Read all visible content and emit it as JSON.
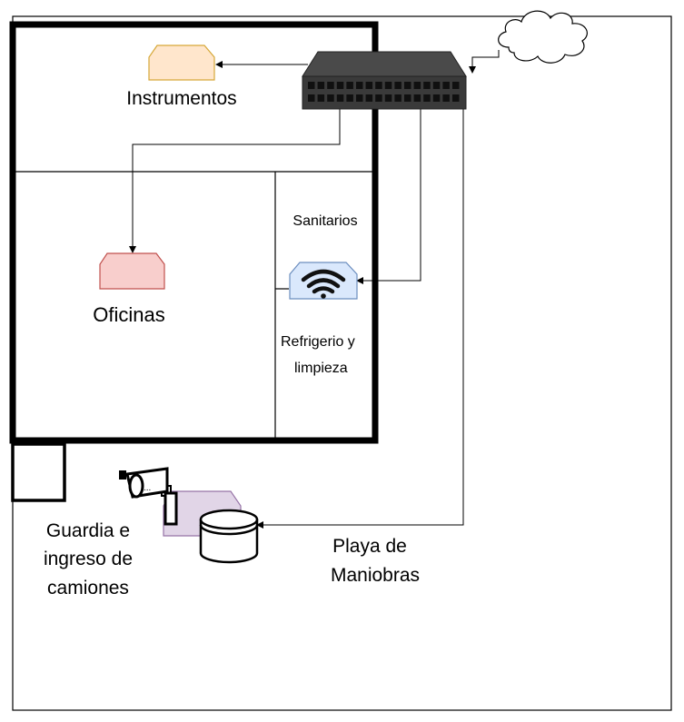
{
  "labels": {
    "instrumentos": "Instrumentos",
    "oficinas": "Oficinas",
    "sanitarios": "Sanitarios",
    "refrigerio_line1": "Refrigerio y",
    "refrigerio_line2": "limpieza",
    "guardia_line1": "Guardia e",
    "guardia_line2": "ingreso de",
    "guardia_line3": "camiones",
    "playa_line1": "Playa de",
    "playa_line2": "Maniobras"
  },
  "icons": {
    "cloud": "cloud-icon",
    "switch": "network-switch-icon",
    "instrumentos_node": "device-icon",
    "oficinas_node": "device-icon",
    "wifi_node": "wifi-icon",
    "camera": "security-camera-icon",
    "storage": "database-icon"
  },
  "colors": {
    "instrumentos_fill": "#ffe6cc",
    "instrumentos_stroke": "#d6a838",
    "oficinas_fill": "#f8cecc",
    "oficinas_stroke": "#c0504d",
    "wifi_fill": "#dae8fc",
    "wifi_stroke": "#6c8ebf",
    "camera_node_fill": "#e1d5e7",
    "camera_node_stroke": "#9673a6",
    "switch_body": "#3a3a3a",
    "switch_top": "#4a4a4a"
  }
}
